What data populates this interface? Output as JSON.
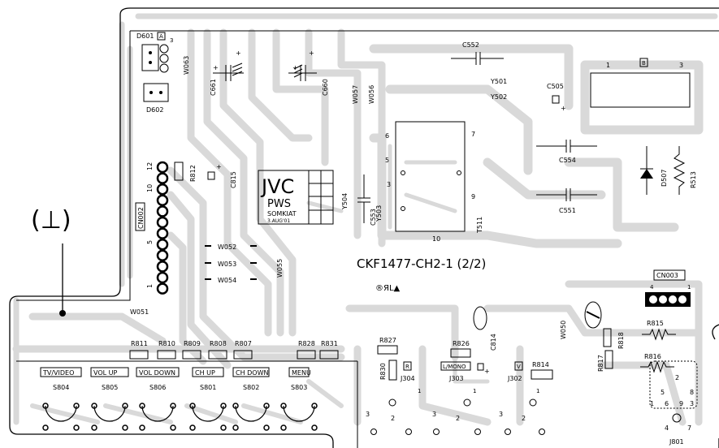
{
  "ground_symbol": "(⊥)",
  "jvc": {
    "brand": "JVC",
    "line1": "PWS",
    "line2": "SOMKIAT",
    "line3": "3.AUG'01"
  },
  "board_id": "CKF1477-CH2-1 (2/2)",
  "ul_mark": "®ЯL▲",
  "labels": {
    "d601": "D601",
    "a": "A",
    "d602": "D602",
    "w063": "W063",
    "c661": "C661",
    "c660": "C660",
    "w057": "W057",
    "w056": "W056",
    "c552": "C552",
    "y501": "Y501",
    "y502": "Y502",
    "c505": "C505",
    "b": "B",
    "b1": "1",
    "b3": "3",
    "t6": "6",
    "t5": "5",
    "t3": "3",
    "t7": "7",
    "t9": "9",
    "t10": "10",
    "t511": "T511",
    "c554": "C554",
    "c551": "C551",
    "d507": "D507",
    "r513": "R513",
    "y504": "Y504",
    "y503": "Y503",
    "c553": "C553",
    "r812": "R812",
    "c815": "C815",
    "cn002": "CN002",
    "p12": "12",
    "p10": "10",
    "p5": "5",
    "p1": "1",
    "w052": "W052",
    "w053": "W053",
    "w054": "W054",
    "w055": "W055",
    "w051": "W051",
    "cn003": "CN003",
    "cn4": "4",
    "cn1": "1",
    "w050": "W050",
    "r815": "R815",
    "r818": "R818",
    "r817": "R817",
    "r816": "R816",
    "r811": "R811",
    "r810": "R810",
    "r809": "R809",
    "r808": "R808",
    "r807": "R807",
    "r828": "R828",
    "r831": "R831",
    "r827": "R827",
    "r826": "R826",
    "r814": "R814",
    "c814": "C814",
    "r830": "R830",
    "j304": "J304",
    "j304r": "R",
    "j303": "J303",
    "j303l": "L/MONO",
    "j302": "J302",
    "j302v": "V",
    "j801": "J801",
    "plus": "+"
  },
  "switches": [
    {
      "label": "TV/VIDEO",
      "ref": "S804"
    },
    {
      "label": "VOL UP",
      "ref": "S805"
    },
    {
      "label": "VOL DOWN",
      "ref": "S806"
    },
    {
      "label": "CH UP",
      "ref": "S801"
    },
    {
      "label": "CH DOWN",
      "ref": "S802"
    },
    {
      "label": "MENU",
      "ref": "S803"
    }
  ],
  "pin_numbers": {
    "j304_1": "1",
    "j303_1": "1",
    "j302_1": "1",
    "a3": "3",
    "a2": "2",
    "b3": "3",
    "b2": "2",
    "c3": "3",
    "c2": "2",
    "j801_5": "5",
    "j801_8": "8",
    "j801_2": "2",
    "j801_1": "1",
    "j801_6": "6",
    "j801_9": "9",
    "j801_3": "3",
    "j801_4": "4",
    "j801_7": "7"
  }
}
